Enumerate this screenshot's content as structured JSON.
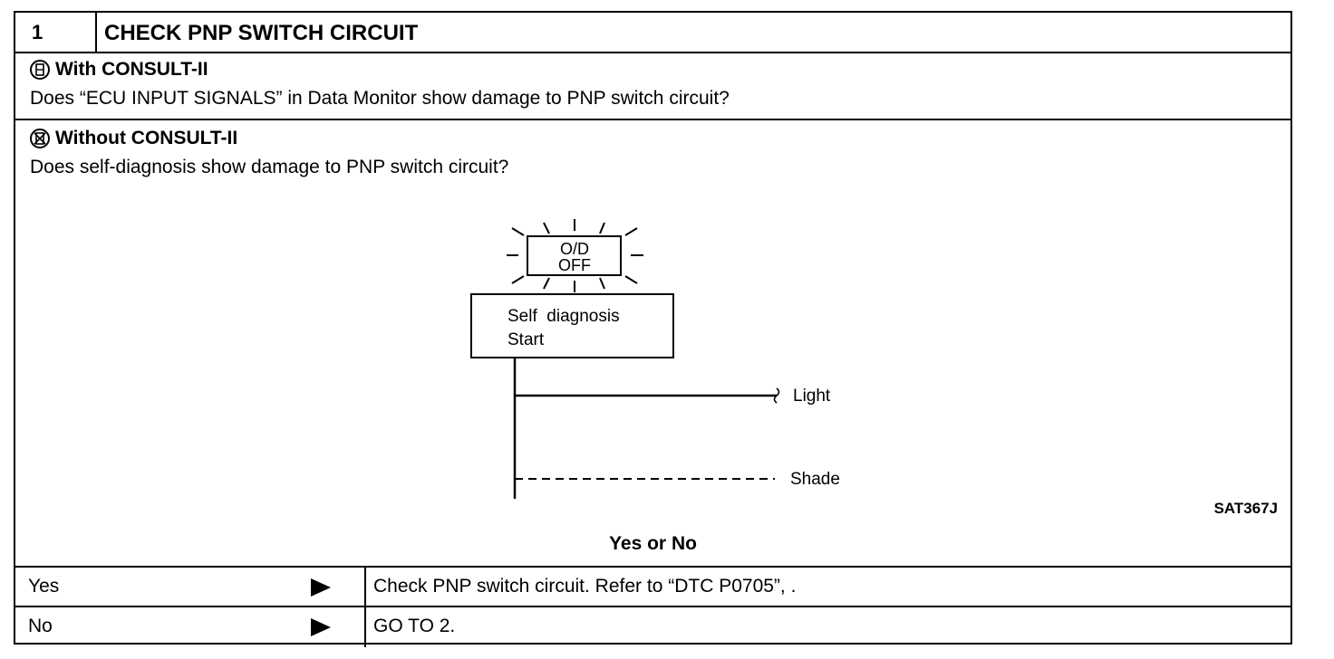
{
  "header": {
    "step_number": "1",
    "title": "CHECK PNP SWITCH CIRCUIT"
  },
  "with_consult": {
    "icon": "consult-tool-icon",
    "title": "With CONSULT-II",
    "question": "Does “ECU INPUT SIGNALS” in Data Monitor show damage to PNP switch circuit?"
  },
  "without_consult": {
    "icon": "no-consult-icon",
    "title": "Without CONSULT-II",
    "question": "Does self-diagnosis show damage to PNP switch circuit?"
  },
  "diagram": {
    "lamp_line1": "O/D",
    "lamp_line2": "OFF",
    "box_line1": "Self  diagnosis",
    "box_line2": "Start",
    "light_label": "Light",
    "shade_label": "Shade",
    "figure_ref": "SAT367J"
  },
  "prompt": "Yes or No",
  "results": [
    {
      "label": "Yes",
      "action": "Check PNP switch circuit. Refer to “DTC P0705”,  ."
    },
    {
      "label": "No",
      "action": "GO TO 2."
    }
  ]
}
